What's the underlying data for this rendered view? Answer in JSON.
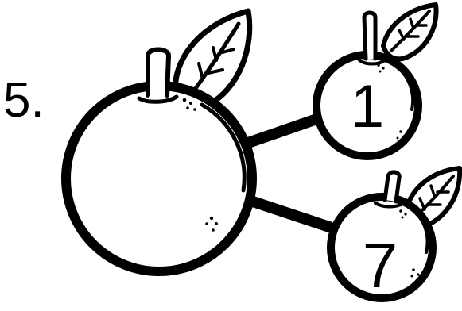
{
  "problem": {
    "label": "5.",
    "whole": "",
    "parts": [
      "1",
      "7"
    ]
  },
  "colors": {
    "ink": "#000000",
    "paper": "#ffffff"
  }
}
